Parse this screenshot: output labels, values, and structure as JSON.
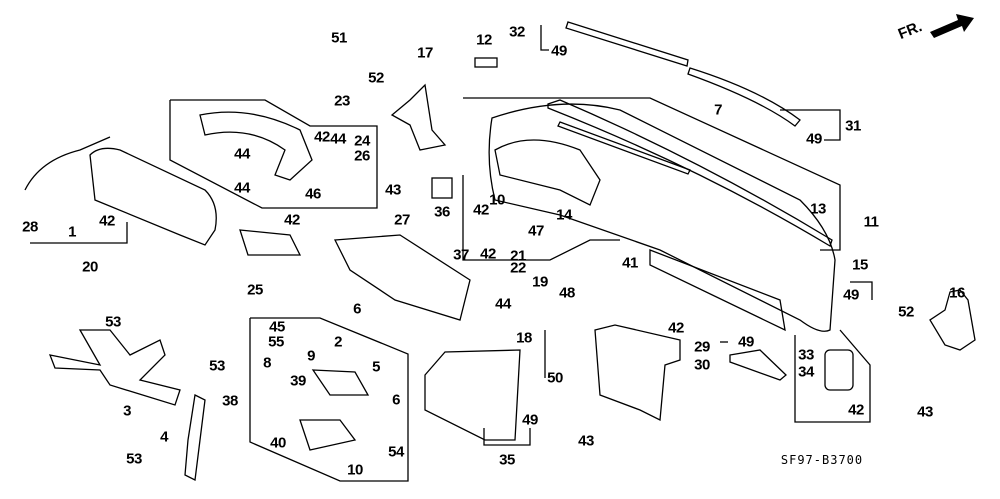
{
  "diagram": {
    "direction_label": "FR.",
    "direction_icon": "arrow-right-icon",
    "diagram_code": "SF97-B3700",
    "callouts": [
      "51",
      "52",
      "17",
      "12",
      "32",
      "49",
      "23",
      "42",
      "44",
      "24",
      "26",
      "44",
      "44",
      "46",
      "43",
      "36",
      "42",
      "10",
      "28",
      "42",
      "1",
      "20",
      "42",
      "25",
      "27",
      "14",
      "47",
      "21",
      "22",
      "13",
      "11",
      "7",
      "31",
      "49",
      "37",
      "42",
      "41",
      "19",
      "48",
      "44",
      "6",
      "15",
      "49",
      "52",
      "16",
      "53",
      "53",
      "45",
      "55",
      "9",
      "8",
      "2",
      "5",
      "39",
      "38",
      "6",
      "3",
      "4",
      "40",
      "10",
      "54",
      "53",
      "18",
      "42",
      "50",
      "49",
      "43",
      "35",
      "29",
      "30",
      "49",
      "33",
      "34",
      "42",
      "43"
    ]
  }
}
